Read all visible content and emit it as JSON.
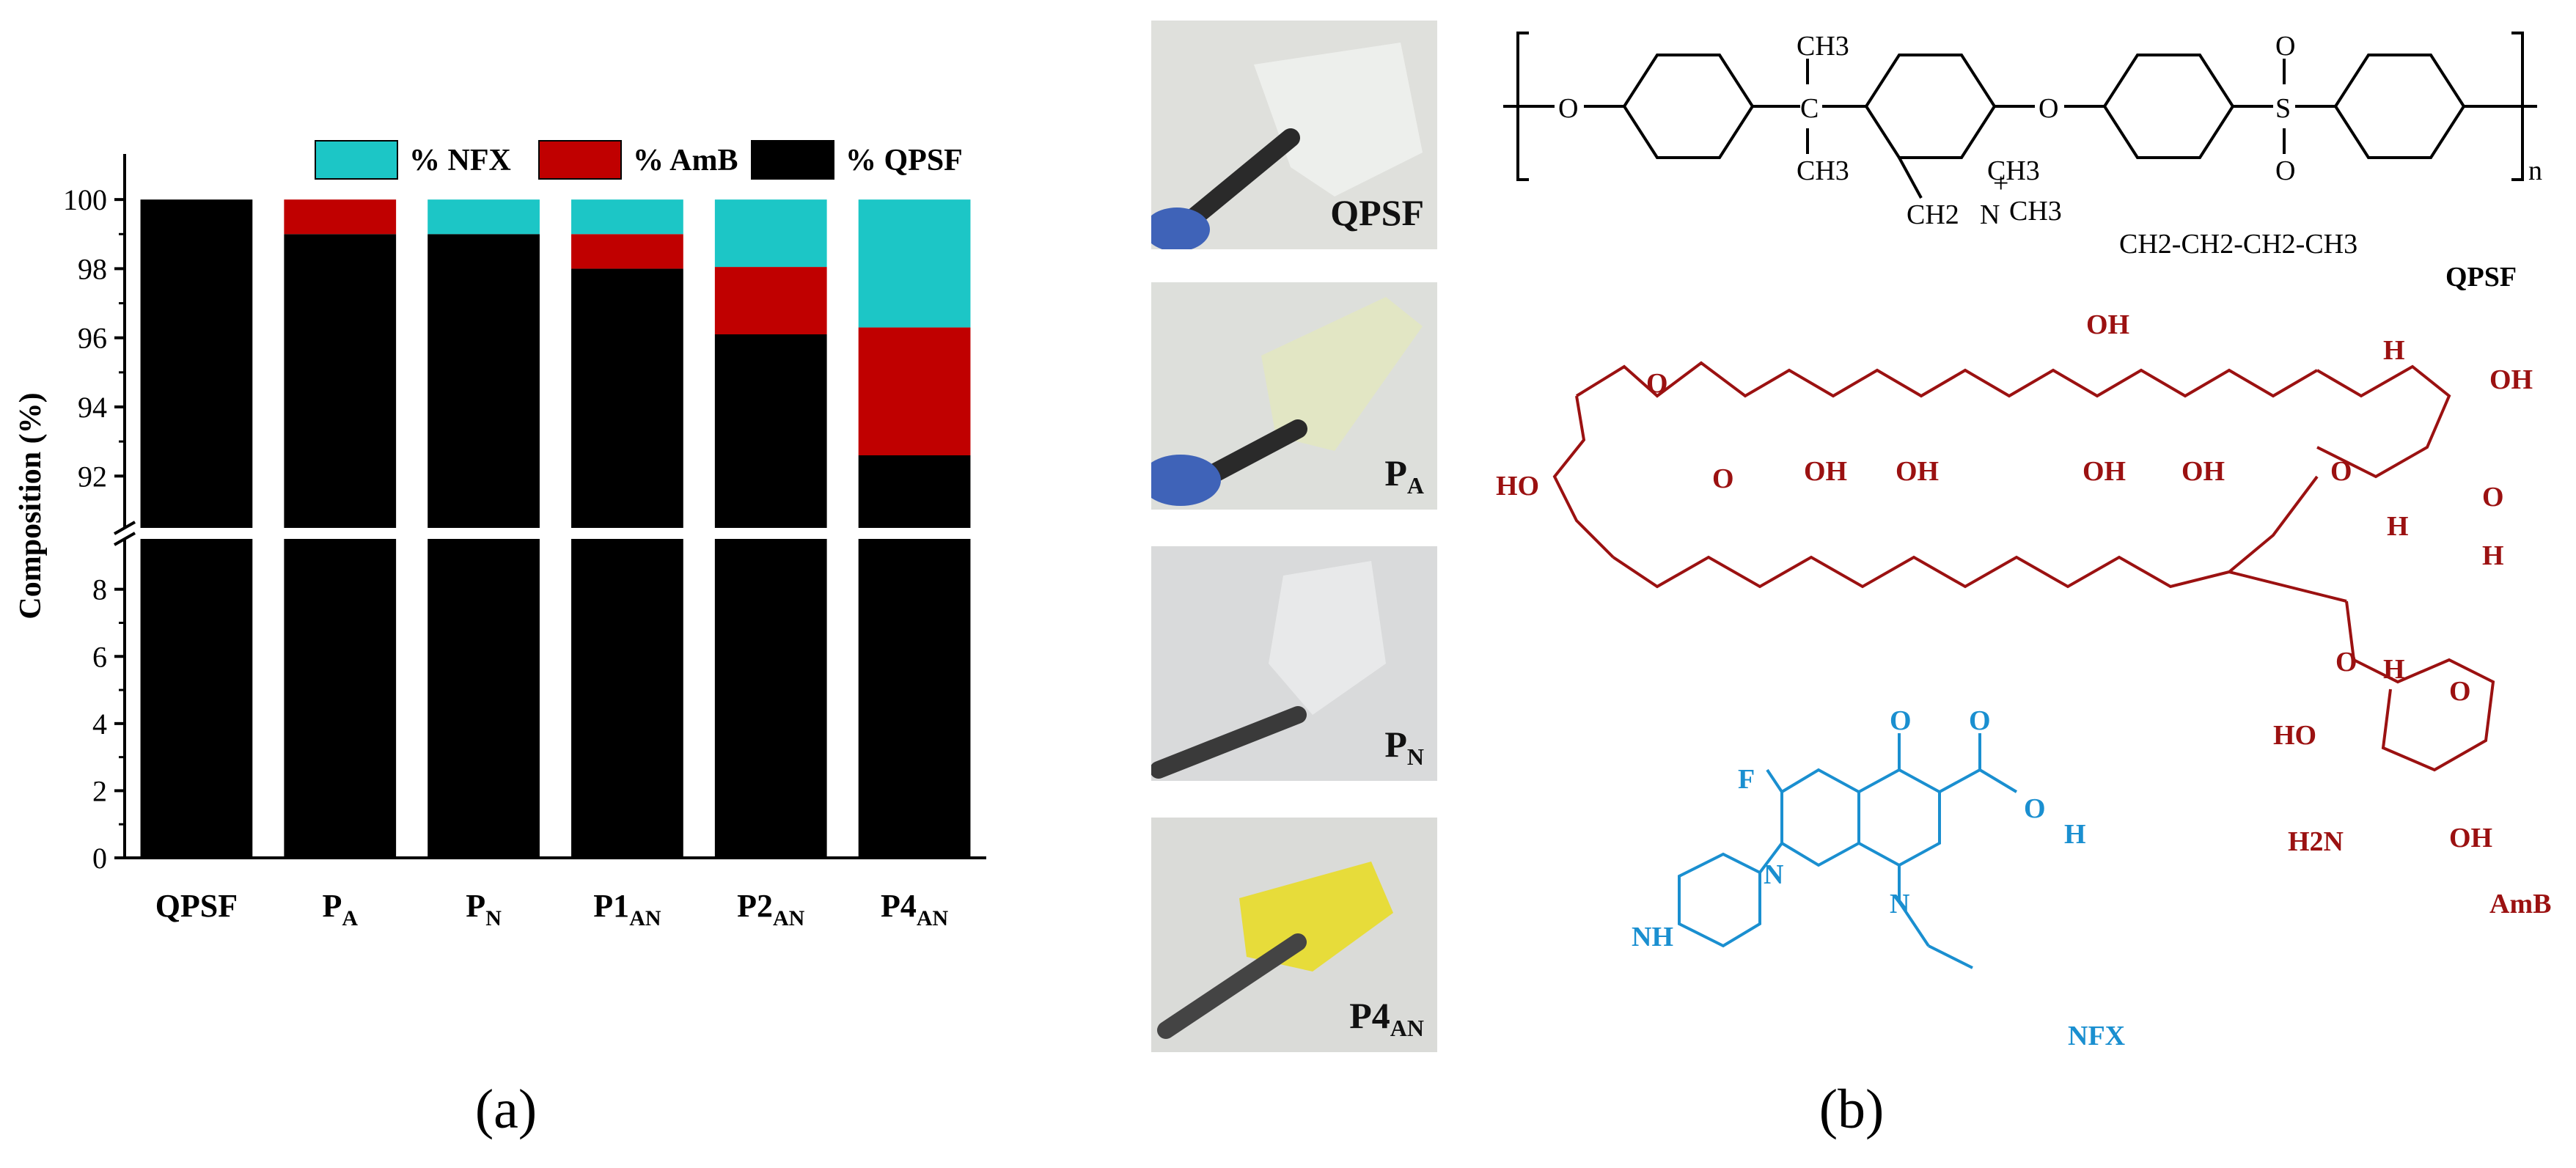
{
  "chart_data": {
    "type": "bar",
    "stacked": true,
    "broken_y_axis": true,
    "ylabel": "Composition (%)",
    "ylim_upper": [
      90.5,
      101
    ],
    "ylim_lower": [
      0,
      9.5
    ],
    "yticks_upper": [
      92,
      94,
      96,
      98,
      100
    ],
    "yticks_lower": [
      0,
      2,
      4,
      6,
      8
    ],
    "categories": [
      {
        "main": "QPSF",
        "sub": ""
      },
      {
        "main": "P",
        "sub": "A"
      },
      {
        "main": "P",
        "sub": "N"
      },
      {
        "main": "P1",
        "sub": "AN"
      },
      {
        "main": "P2",
        "sub": "AN"
      },
      {
        "main": "P4",
        "sub": "AN"
      }
    ],
    "series": [
      {
        "name": "% QPSF",
        "color": "#000000",
        "values": [
          100,
          99,
          99,
          98,
          96.1,
          92.6
        ]
      },
      {
        "name": "% AmB",
        "color": "#c00000",
        "values": [
          0,
          1,
          0,
          1,
          1.95,
          3.7
        ]
      },
      {
        "name": "% NFX",
        "color": "#1cc6c6",
        "values": [
          0,
          0,
          1,
          1,
          1.95,
          3.7
        ]
      }
    ],
    "legend_order": [
      "% NFX",
      "% AmB",
      "% QPSF"
    ],
    "legend_position": "top-right"
  },
  "captions": {
    "a": "(a)",
    "b": "(b)"
  },
  "photos": [
    {
      "main": "QPSF",
      "sub": "",
      "tint": "#f0f1ee"
    },
    {
      "main": "P",
      "sub": "A",
      "tint": "#e2e6c4"
    },
    {
      "main": "P",
      "sub": "N",
      "tint": "#e8e9ea"
    },
    {
      "main": "P4",
      "sub": "AN",
      "tint": "#e7dc3a"
    }
  ],
  "structures": {
    "qpsf": {
      "name": "QPSF",
      "color": "#000000",
      "o_ether": "O",
      "ch3_top": "CH3",
      "ch3_bottom": "CH3",
      "c_center": "C",
      "sulfonyl_s": "S",
      "sulfonyl_o": "O",
      "repeat_n": "n",
      "ammonium_plus": "+",
      "ch2": "CH2",
      "n_atom": "N",
      "n_ch3_1": "CH3",
      "n_ch3_2": "CH3",
      "butyl": "CH2-CH2-CH2-CH3"
    },
    "amb": {
      "name": "AmB",
      "color": "#9b1111",
      "oh": "OH",
      "ho": "HO",
      "o": "O",
      "h": "H",
      "h2n": "H2N"
    },
    "nfx": {
      "name": "NFX",
      "color": "#1a8fd0",
      "f": "F",
      "o": "O",
      "oh_o": "O",
      "oh_h": "H",
      "n": "N",
      "nh": "NH"
    }
  },
  "colors": {
    "qpsf": "#000000",
    "amb": "#c00000",
    "nfx": "#1cc6c6",
    "amb_structure": "#9b1111",
    "nfx_structure": "#1a8fd0"
  }
}
